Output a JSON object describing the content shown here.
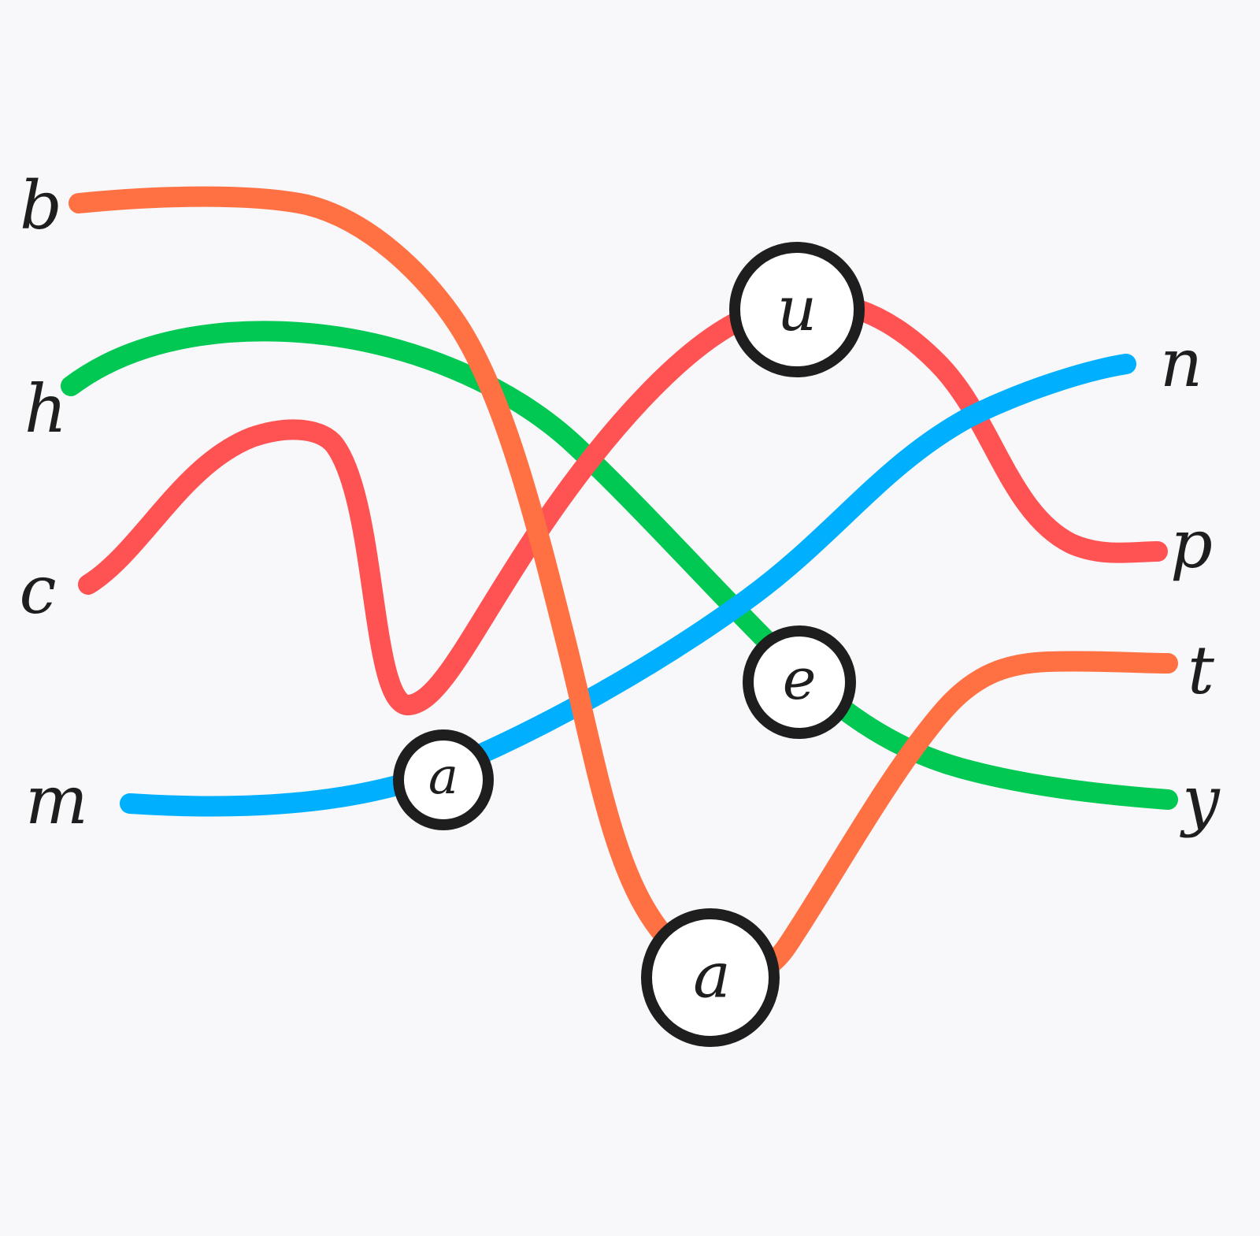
{
  "diagram": {
    "endpoints_left": [
      {
        "id": "b",
        "label": "b"
      },
      {
        "id": "h",
        "label": "h"
      },
      {
        "id": "c",
        "label": "c"
      },
      {
        "id": "m",
        "label": "m"
      }
    ],
    "endpoints_right": [
      {
        "id": "n",
        "label": "n"
      },
      {
        "id": "p",
        "label": "p"
      },
      {
        "id": "t",
        "label": "t"
      },
      {
        "id": "y",
        "label": "y"
      }
    ],
    "nodes": [
      {
        "id": "u",
        "label": "u"
      },
      {
        "id": "e",
        "label": "e"
      },
      {
        "id": "a1",
        "label": "a"
      },
      {
        "id": "a2",
        "label": "a"
      }
    ],
    "connections": [
      {
        "from": "b",
        "via": [
          "a2"
        ],
        "to": "t",
        "color": "#ff7043"
      },
      {
        "from": "h",
        "via": [
          "e"
        ],
        "to": "y",
        "color": "#00c853"
      },
      {
        "from": "c",
        "via": [
          "u"
        ],
        "to": "p",
        "color": "#ff5252"
      },
      {
        "from": "m",
        "via": [
          "a1"
        ],
        "to": "n",
        "color": "#00b0ff"
      }
    ]
  }
}
